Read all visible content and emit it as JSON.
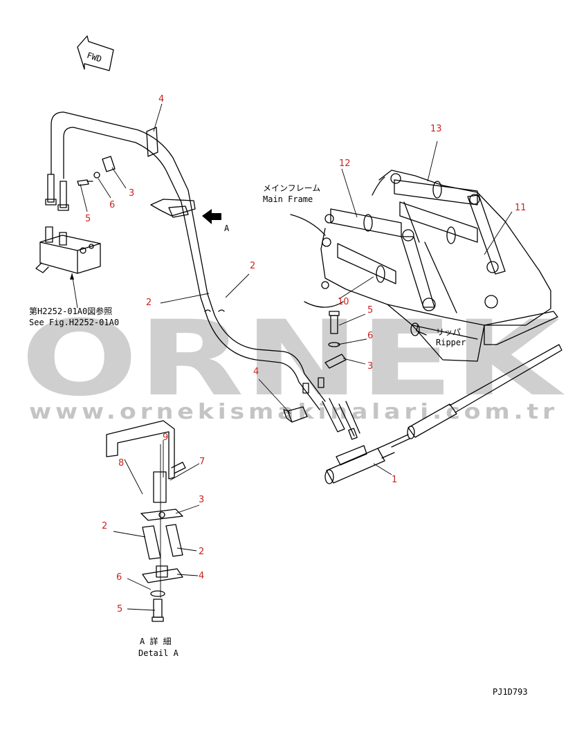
{
  "fwd_label": "FWD",
  "view_arrow_label": "A",
  "main_frame": {
    "jp": "メインフレーム",
    "en": "Main Frame"
  },
  "ripper": {
    "jp": "リッパ",
    "en": "Ripper"
  },
  "see_fig": {
    "jp": "第H2252-01A0図参照",
    "en": "See Fig.H2252-01A0"
  },
  "detail": {
    "jp": "A 詳 細",
    "en": "Detail A"
  },
  "drawing_code": "PJ1D793",
  "watermark": {
    "brand": "ORNEK",
    "url": "www.ornekismakinalari.com.tr"
  },
  "callouts": {
    "c1": "1",
    "c2a": "2",
    "c2b": "2",
    "c2c": "2",
    "c2d": "2",
    "c3a": "3",
    "c3b": "3",
    "c3c": "3",
    "c4a": "4",
    "c4b": "4",
    "c4c": "4",
    "c5a": "5",
    "c5b": "5",
    "c5c": "5",
    "c6a": "6",
    "c6b": "6",
    "c6c": "6",
    "c7": "7",
    "c8": "8",
    "c9": "9",
    "c10": "10",
    "c11": "11",
    "c12": "12",
    "c13": "13"
  },
  "colors": {
    "callout": "#c8231f",
    "line": "#000000",
    "watermark": "#cfcfcf"
  }
}
